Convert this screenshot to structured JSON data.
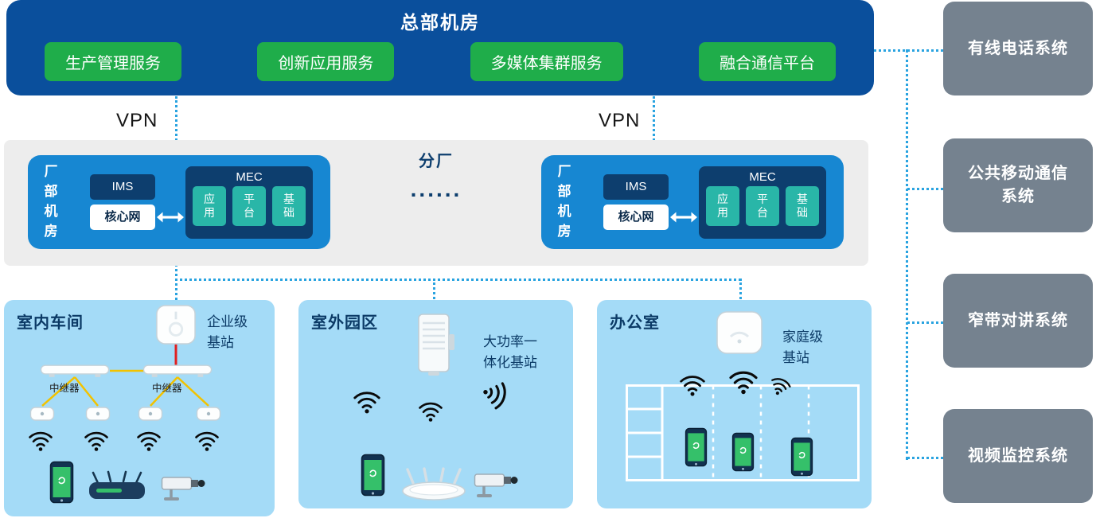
{
  "headquarters": {
    "title": "总部机房",
    "services": [
      "生产管理服务",
      "创新应用服务",
      "多媒体集群服务",
      "融合通信平台"
    ]
  },
  "vpn_left": "VPN",
  "vpn_right": "VPN",
  "branch": {
    "title": "分厂",
    "ellipsis": "......"
  },
  "rooms": [
    {
      "name": "厂\n部\n机\n房",
      "ims": "IMS",
      "core": "核心网",
      "mec": "MEC",
      "mec_items": [
        "应\n用",
        "平\n台",
        "基\n础"
      ]
    },
    {
      "name": "厂\n部\n机\n房",
      "ims": "IMS",
      "core": "核心网",
      "mec": "MEC",
      "mec_items": [
        "应\n用",
        "平\n台",
        "基\n础"
      ]
    }
  ],
  "zones": [
    {
      "title": "室内车间",
      "station_label": "企业级\n基站",
      "repeater_labels": [
        "中继器",
        "中继器"
      ]
    },
    {
      "title": "室外园区",
      "station_label": "大功率一\n体化基站"
    },
    {
      "title": "办公室",
      "station_label": "家庭级\n基站"
    }
  ],
  "systems": [
    "有线电话系统",
    "公共移动通信\n系统",
    "窄带对讲系统",
    "视频监控系统"
  ],
  "colors": {
    "headquarters_bg": "#0a4f9c",
    "service_green": "#1fad4a",
    "branch_bg": "#ededed",
    "room_blue": "#1787d2",
    "module_navy": "#0d3e6e",
    "module_teal": "#29b6a8",
    "zone_bg": "#a4dbf7",
    "system_bg": "#75828f",
    "connector_blue": "#29a3e0",
    "cable_red": "#e02020",
    "cable_yellow": "#f2c200"
  }
}
